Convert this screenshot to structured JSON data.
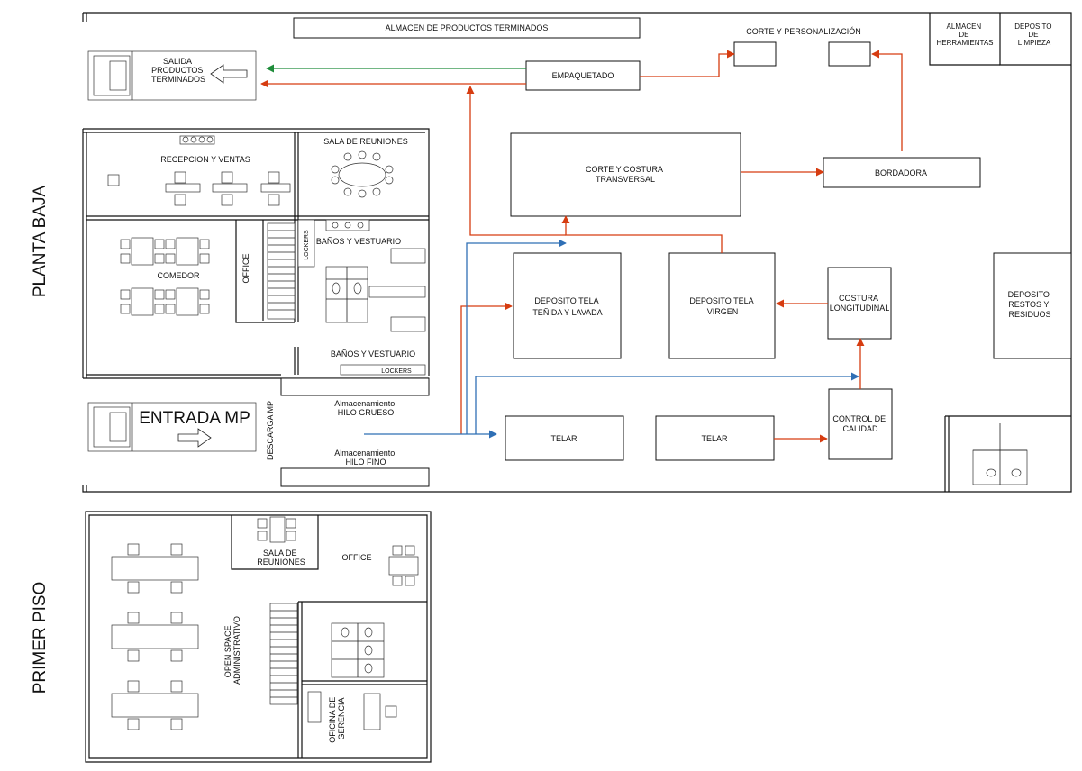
{
  "floors": {
    "ground": "PLANTA BAJA",
    "first": "PRIMER PISO"
  },
  "ground": {
    "almacen_terminados": "ALMACEN DE PRODUCTOS TERMINADOS",
    "salida": [
      "SALIDA",
      "PRODUCTOS",
      "TERMINADOS"
    ],
    "entrada": "ENTRADA MP",
    "recepcion": "RECEPCION Y VENTAS",
    "sala_reuniones": "SALA DE REUNIONES",
    "comedor": "COMEDOR",
    "office": "OFFICE",
    "banos_1": "BAÑOS Y VESTUARIO",
    "banos_2": "BAÑOS Y VESTUARIO",
    "lockers_1": "LOCKERS",
    "lockers_2": "LOCKERS",
    "descarga": "DESCARGA MP",
    "hilo_grueso": [
      "Almacenamiento",
      "HILO GRUESO"
    ],
    "hilo_fino": [
      "Almacenamiento",
      "HILO FINO"
    ],
    "empaquetado": "EMPAQUETADO",
    "corte_personalizacion": "CORTE Y PERSONALIZACIÓN",
    "almacen_herramientas": [
      "ALMACEN",
      "DE",
      "HERRAMIENTAS"
    ],
    "deposito_limpieza": [
      "DEPOSITO",
      "DE",
      "LIMPIEZA"
    ],
    "corte_costura": [
      "CORTE Y COSTURA",
      "TRANSVERSAL"
    ],
    "bordadora": "BORDADORA",
    "deposito_tenida": [
      "DEPOSITO TELA",
      "TEÑIDA Y LAVADA"
    ],
    "deposito_virgen": [
      "DEPOSITO TELA",
      "VIRGEN"
    ],
    "costura_longitudinal": [
      "COSTURA",
      "LONGITUDINAL"
    ],
    "deposito_restos": [
      "DEPOSITO",
      "RESTOS Y",
      "RESIDUOS"
    ],
    "telar_1": "TELAR",
    "telar_2": "TELAR",
    "control_calidad": [
      "CONTROL DE",
      "CALIDAD"
    ]
  },
  "first": {
    "sala_reuniones": [
      "SALA DE",
      "REUNIONES"
    ],
    "office": "OFFICE",
    "open_space": [
      "OPEN SPACE",
      "ADMINISTRATIVO"
    ],
    "oficina_gerencia": [
      "OFICINA DE",
      "GERENCIA"
    ]
  },
  "colors": {
    "flow_red": "#d63c10",
    "flow_green": "#1e8c3a",
    "flow_blue": "#2f6fb5",
    "walls": "#111111"
  }
}
